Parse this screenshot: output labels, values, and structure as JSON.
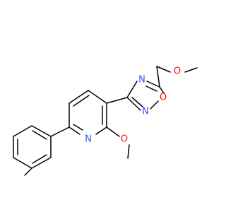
{
  "molecule": {
    "atoms": {
      "o_ether": {
        "text": "O",
        "color": "#ff0d0d"
      },
      "n_oxadiazole_top": {
        "text": "N",
        "color": "#3050f8"
      },
      "o_oxadiazole": {
        "text": "O",
        "color": "#ff0d0d"
      },
      "n_oxadiazole_bottom": {
        "text": "N",
        "color": "#3050f8"
      },
      "o_methoxy": {
        "text": "O",
        "color": "#ff0d0d"
      },
      "n_pyridine": {
        "text": "N",
        "color": "#3050f8"
      }
    },
    "bond_color": "#000000"
  }
}
